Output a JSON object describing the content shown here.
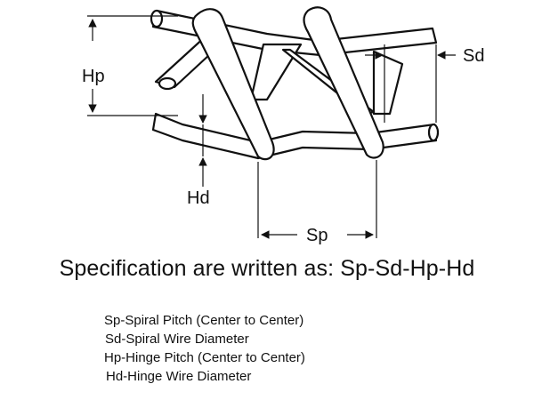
{
  "diagram": {
    "labels": {
      "hinge_pitch": "Hp",
      "spiral_diameter": "Sd",
      "hinge_diameter": "Hd",
      "spiral_pitch": "Sp"
    }
  },
  "specification": "Specification are written as: Sp-Sd-Hp-Hd",
  "legend": [
    "Sp-Spiral Pitch (Center to Center)",
    "Sd-Spiral Wire Diameter",
    "Hp-Hinge Pitch (Center to Center)",
    "Hd-Hinge Wire Diameter"
  ]
}
